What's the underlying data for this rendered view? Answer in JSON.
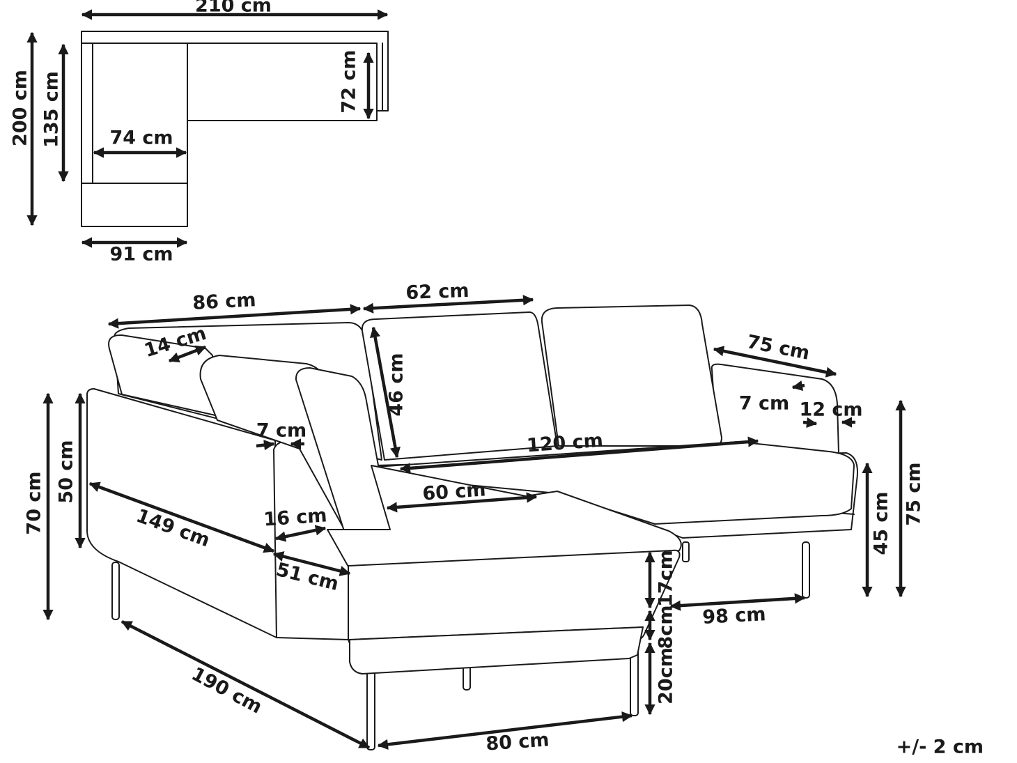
{
  "colors": {
    "ink": "#1a1a1a",
    "background": "#ffffff"
  },
  "top_view": {
    "width_total": "210 cm",
    "depth_total": "200 cm",
    "depth_seat": "135 cm",
    "arm_depth": "72 cm",
    "seat_width": "74 cm",
    "chaise_width": "91 cm"
  },
  "perspective_view": {
    "back_length_left": "86 cm",
    "back_cushion_width": "62 cm",
    "back_cushion_height": "46 cm",
    "armrest_depth": "75 cm",
    "armrest_top": "14 cm",
    "armrest_width_left": "7 cm",
    "armrest_width_right": "7 cm",
    "armrest_thickness": "12 cm",
    "seat_length": "120 cm",
    "seat_depth": "60 cm",
    "arm_gap": "16 cm",
    "chaise_length": "149 cm",
    "chaise_width": "51 cm",
    "total_height": "70 cm",
    "arm_height": "50 cm",
    "total_height_right": "75 cm",
    "seat_height": "45 cm",
    "cushion_height": "17cm",
    "frame_height": "8cm",
    "leg_height": "20cm",
    "base_length": "190 cm",
    "leg_span_front": "80 cm",
    "leg_span_right": "98 cm"
  },
  "tolerance": "+/- 2 cm"
}
